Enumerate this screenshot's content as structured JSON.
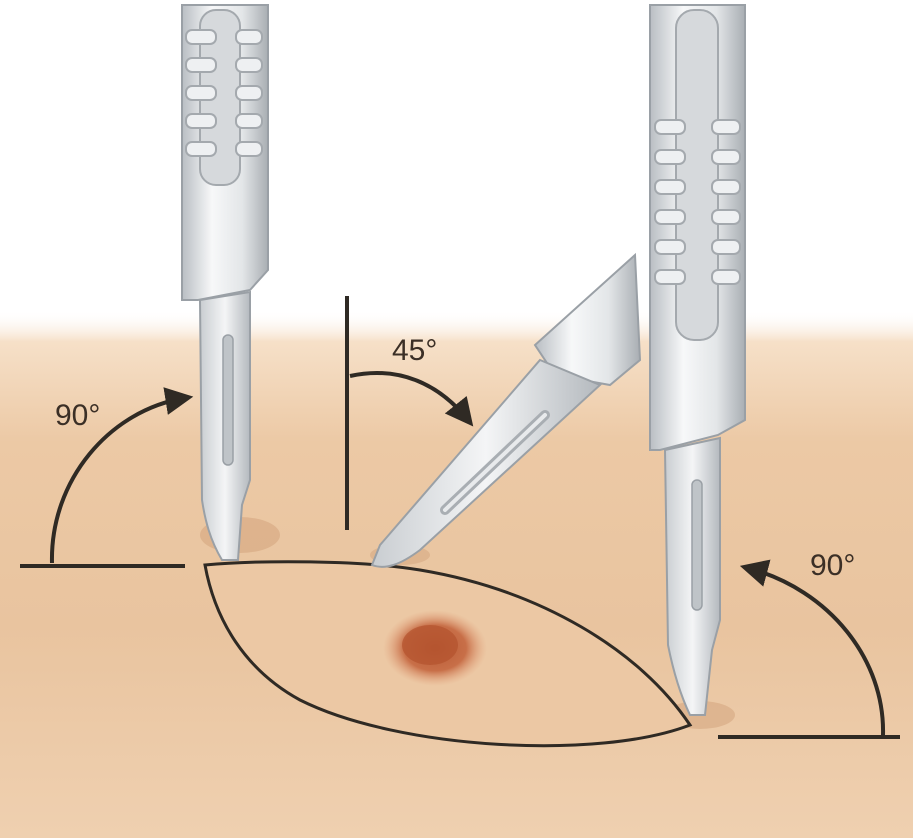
{
  "labels": {
    "left_angle": "90°",
    "middle_angle": "45°",
    "right_angle": "90°"
  },
  "colors": {
    "skin_light": "#f1d3b3",
    "skin_mid": "#e8c29c",
    "skin_dark": "#dcae84",
    "line": "#2f2a24",
    "mole": "#c66a44",
    "steel_light": "#f5f6f7",
    "steel_mid": "#d7dadd",
    "steel_dark": "#a7acb1"
  }
}
